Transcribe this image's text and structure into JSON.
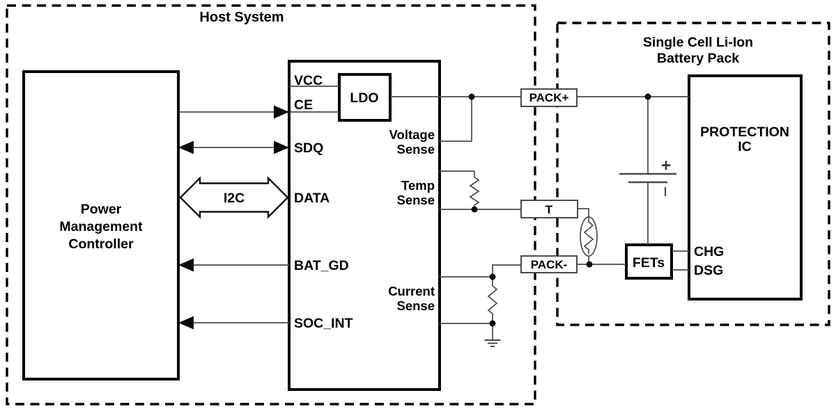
{
  "host_system": {
    "title": "Host System",
    "pmc": {
      "line1": "Power",
      "line2": "Management",
      "line3": "Controller"
    },
    "gauge": {
      "pins": {
        "vcc": "VCC",
        "ce": "CE",
        "sdq": "SDQ",
        "data": "DATA",
        "bat_gd": "BAT_GD",
        "soc_int": "SOC_INT"
      },
      "ldo": "LDO",
      "voltage_sense": {
        "line1": "Voltage",
        "line2": "Sense"
      },
      "temp_sense": {
        "line1": "Temp",
        "line2": "Sense"
      },
      "current_sense": {
        "line1": "Current",
        "line2": "Sense"
      }
    },
    "i2c_bus": "I2C"
  },
  "terminals": {
    "pack_plus": "PACK+",
    "temp": "T",
    "pack_minus": "PACK-"
  },
  "battery_pack": {
    "title_line1": "Single Cell Li-Ion",
    "title_line2": "Battery Pack",
    "protection_ic": {
      "line1": "PROTECTION",
      "line2": "IC",
      "chg": "CHG",
      "dsg": "DSG"
    },
    "fets": "FETs",
    "battery_plus": "+"
  },
  "colors": {
    "background": "#ffffff",
    "box_border": "#000000",
    "wire": "#4a4a4a",
    "text": "#000000"
  }
}
